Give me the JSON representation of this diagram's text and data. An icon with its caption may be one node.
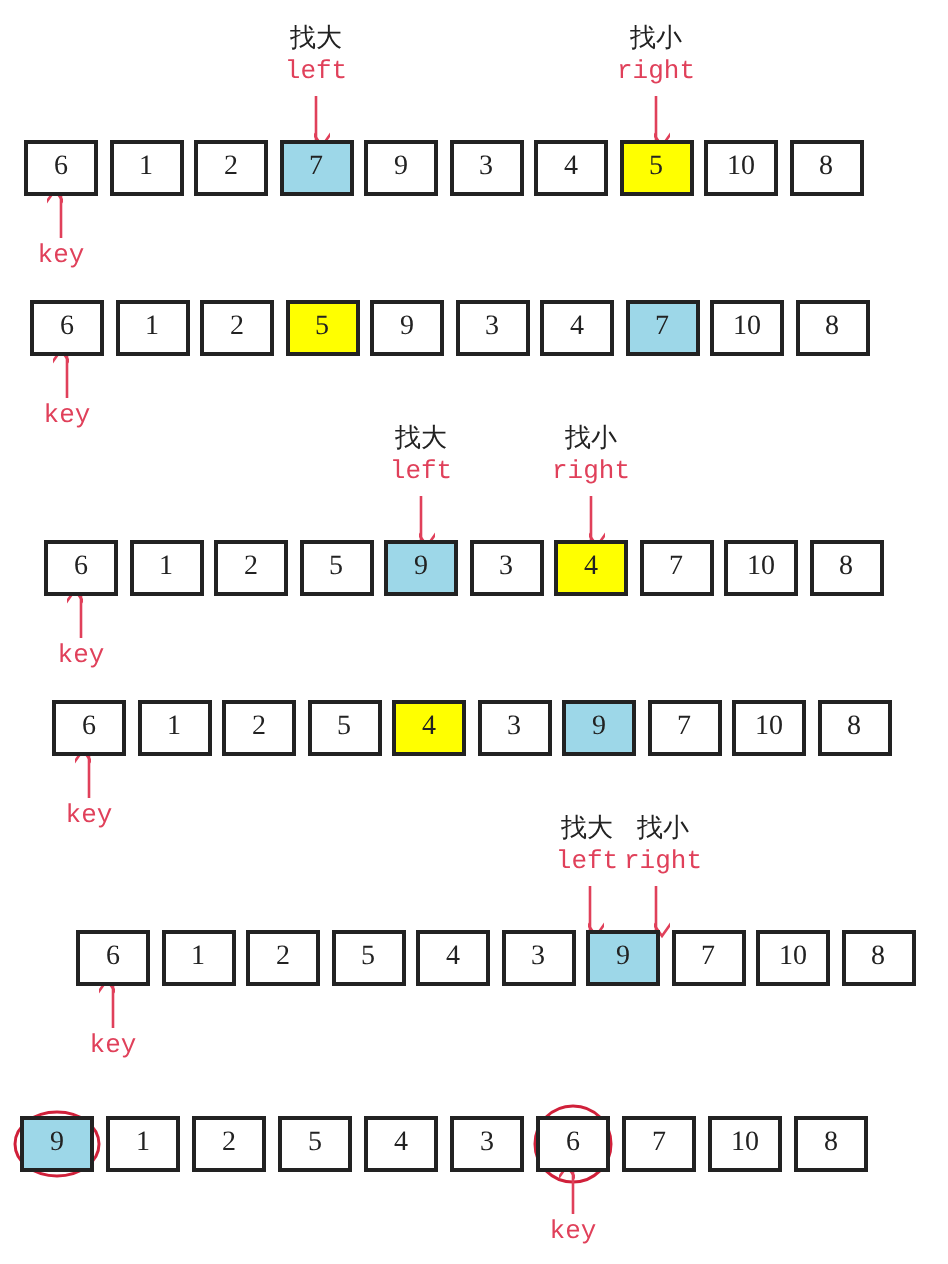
{
  "diagram": {
    "nodes": [
      {
        "text": [
          "找大",
          "left"
        ]
      },
      {
        "text": [
          "找小",
          "right"
        ]
      },
      {
        "text": [
          "6"
        ]
      },
      {
        "text": [
          "1"
        ]
      },
      {
        "text": [
          "2"
        ]
      },
      {
        "text": [
          "7"
        ]
      },
      {
        "text": [
          "9"
        ]
      },
      {
        "text": [
          "3"
        ]
      },
      {
        "text": [
          "4"
        ]
      },
      {
        "text": [
          "5"
        ]
      },
      {
        "text": [
          "10"
        ]
      },
      {
        "text": [
          "8"
        ]
      },
      {
        "text": [
          "key"
        ]
      },
      {
        "text": [
          "6"
        ]
      },
      {
        "text": [
          "1"
        ]
      },
      {
        "text": [
          "2"
        ]
      },
      {
        "text": [
          "5"
        ]
      },
      {
        "text": [
          "9"
        ]
      },
      {
        "text": [
          "3"
        ]
      },
      {
        "text": [
          "4"
        ]
      },
      {
        "text": [
          "7"
        ]
      },
      {
        "text": [
          "10"
        ]
      },
      {
        "text": [
          "8"
        ]
      },
      {
        "text": [
          "key"
        ]
      },
      {
        "text": [
          "找大",
          "left"
        ]
      },
      {
        "text": [
          "找小",
          "right"
        ]
      },
      {
        "text": [
          "6"
        ]
      },
      {
        "text": [
          "1"
        ]
      },
      {
        "text": [
          "2"
        ]
      },
      {
        "text": [
          "5"
        ]
      },
      {
        "text": [
          "9"
        ]
      },
      {
        "text": [
          "3"
        ]
      },
      {
        "text": [
          "4"
        ]
      },
      {
        "text": [
          "7"
        ]
      },
      {
        "text": [
          "10"
        ]
      },
      {
        "text": [
          "8"
        ]
      },
      {
        "text": [
          "key"
        ]
      },
      {
        "text": [
          "6"
        ]
      },
      {
        "text": [
          "1"
        ]
      },
      {
        "text": [
          "2"
        ]
      },
      {
        "text": [
          "5"
        ]
      },
      {
        "text": [
          "4"
        ]
      },
      {
        "text": [
          "3"
        ]
      },
      {
        "text": [
          "9"
        ]
      },
      {
        "text": [
          "7"
        ]
      },
      {
        "text": [
          "10"
        ]
      },
      {
        "text": [
          "8"
        ]
      },
      {
        "text": [
          "key"
        ]
      },
      {
        "text": [
          "找大",
          "left"
        ]
      },
      {
        "text": [
          "找小",
          "right"
        ]
      },
      {
        "text": [
          "6"
        ]
      },
      {
        "text": [
          "1"
        ]
      },
      {
        "text": [
          "2"
        ]
      },
      {
        "text": [
          "5"
        ]
      },
      {
        "text": [
          "4"
        ]
      },
      {
        "text": [
          "3"
        ]
      },
      {
        "text": [
          "9"
        ]
      },
      {
        "text": [
          "7"
        ]
      },
      {
        "text": [
          "10"
        ]
      },
      {
        "text": [
          "8"
        ]
      },
      {
        "text": [
          "key"
        ]
      },
      {
        "text": [
          "9"
        ]
      },
      {
        "text": [
          "1"
        ]
      },
      {
        "text": [
          "2"
        ]
      },
      {
        "text": [
          "5"
        ]
      },
      {
        "text": [
          "4"
        ]
      },
      {
        "text": [
          "3"
        ]
      },
      {
        "text": [
          "6"
        ]
      },
      {
        "text": [
          "7"
        ]
      },
      {
        "text": [
          "10"
        ]
      },
      {
        "text": [
          "8"
        ]
      },
      {
        "text": [
          "key"
        ]
      }
    ],
    "edges": [
      {
        "from": 0,
        "to": 5,
        "arrow": "to"
      },
      {
        "from": 1,
        "to": 9,
        "arrow": "to"
      },
      {
        "from": 12,
        "to": 2,
        "arrow": "to"
      },
      {
        "from": 23,
        "to": 13,
        "arrow": "to"
      },
      {
        "from": 24,
        "to": 30,
        "arrow": "to"
      },
      {
        "from": 25,
        "to": 32,
        "arrow": "to"
      },
      {
        "from": 36,
        "to": 26,
        "arrow": "to"
      },
      {
        "from": 47,
        "to": 37,
        "arrow": "to"
      },
      {
        "from": 48,
        "to": 56,
        "arrow": "to"
      },
      {
        "from": 49,
        "to": 56,
        "arrow": "to"
      },
      {
        "from": 60,
        "to": 50,
        "arrow": "to"
      },
      {
        "from": 71,
        "to": 67,
        "arrow": "to"
      }
    ]
  }
}
